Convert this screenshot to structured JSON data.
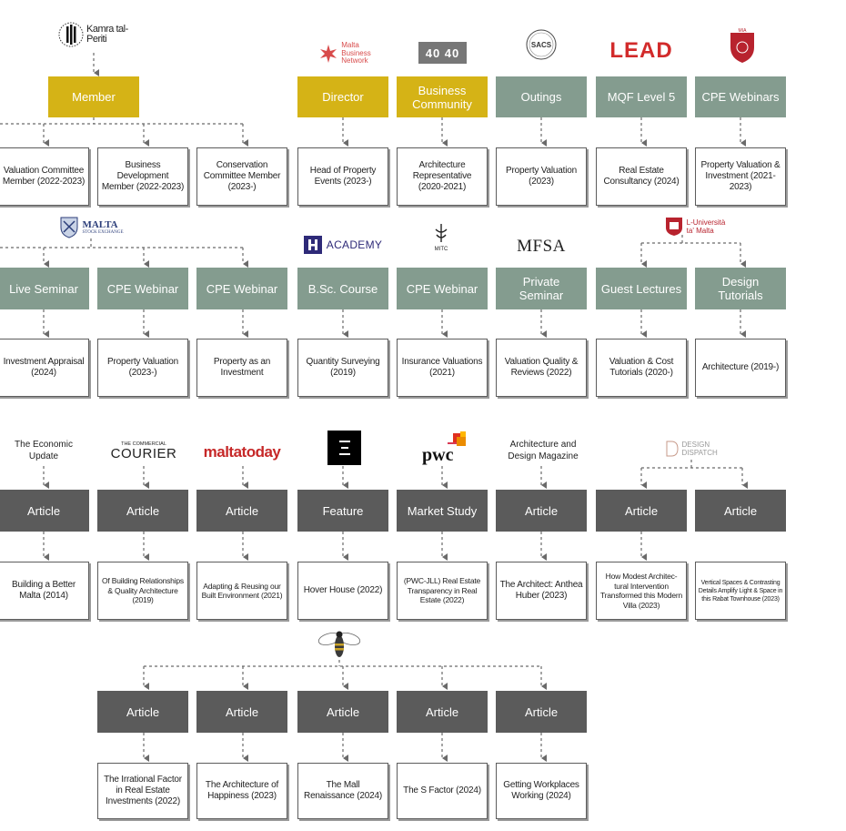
{
  "logos": {
    "kamra": "Kamra tal-Periti",
    "mbn": [
      "Malta",
      "Business",
      "Network"
    ],
    "fortyforty": "40 40",
    "sacs": "SACS",
    "lead": "LEAD",
    "mia": "MIA",
    "mse": [
      "MALTA",
      "STOCK EXCHANGE"
    ],
    "academy": "ACADEMY",
    "mitc": "MITC",
    "mfsa": "MFSA",
    "um": [
      "L-Università",
      "ta' Malta"
    ],
    "economic_update": "The Economic Update",
    "courier_small": "THE COMMERCIAL",
    "courier": "COURIER",
    "maltatoday": "maltatoday",
    "pwc": "pwc",
    "adm": "Architecture and Design Magazine",
    "design_dispatch": "DESIGN DISPATCH"
  },
  "row1": {
    "categories": [
      "Member",
      "Director",
      "Business Community",
      "Outings",
      "MQF Level 5",
      "CPE Webinars"
    ],
    "items": [
      "Valuation Committee Member (2022-2023)",
      "Business Development Member (2022-2023)",
      "Conservation Committee Member (2023-)",
      "Head of Property Events (2023-)",
      "Architecture Representative (2020-2021)",
      "Property Valuation (2023)",
      "Real Estate Consultancy (2024)",
      "Property Valuation & Investment (2021-2023)"
    ]
  },
  "row2": {
    "categories": [
      "Live Seminar",
      "CPE Webinar",
      "CPE Webinar",
      "B.Sc. Course",
      "CPE Webinar",
      "Private Seminar",
      "Guest Lectures",
      "Design Tutorials"
    ],
    "items": [
      "Investment Appraisal (2024)",
      "Property Valuation (2023-)",
      "Property as an Investment",
      "Quantity Surveying (2019)",
      "Insurance Valuations (2021)",
      "Valuation Quality & Reviews (2022)",
      "Valuation & Cost Tutorials (2020-)",
      "Architecture (2019-)"
    ]
  },
  "row3": {
    "categories": [
      "Article",
      "Article",
      "Article",
      "Feature",
      "Market Study",
      "Article",
      "Article",
      "Article"
    ],
    "items": [
      "Building a Better Malta (2014)",
      "Of Building Relationships & Quality Architecture (2019)",
      "Adapting & Reusing our Built Environment (2021)",
      "Hover House (2022)",
      "(PWC-JLL) Real Estate Transparency in Real Estate (2022)",
      "The Architect: Anthea Huber (2023)",
      "How Modest Architec-tural Intervention Transformed this Modern Villa (2023)",
      "Vertical Spaces & Contrasting Details Amplify Light & Space in this Rabat Townhouse (2023)"
    ]
  },
  "row4": {
    "categories": [
      "Article",
      "Article",
      "Article",
      "Article",
      "Article"
    ],
    "items": [
      "The Irrational Factor in Real Estate Investments (2022)",
      "The Architecture of Happiness (2023)",
      "The Mall Renaissance (2024)",
      "The S Factor (2024)",
      "Getting Workplaces Working (2024)"
    ]
  },
  "colors": {
    "gold": "#d5b316",
    "sage": "#849c8f",
    "dark": "#5b5b5b",
    "line": "#6a6a6a"
  }
}
